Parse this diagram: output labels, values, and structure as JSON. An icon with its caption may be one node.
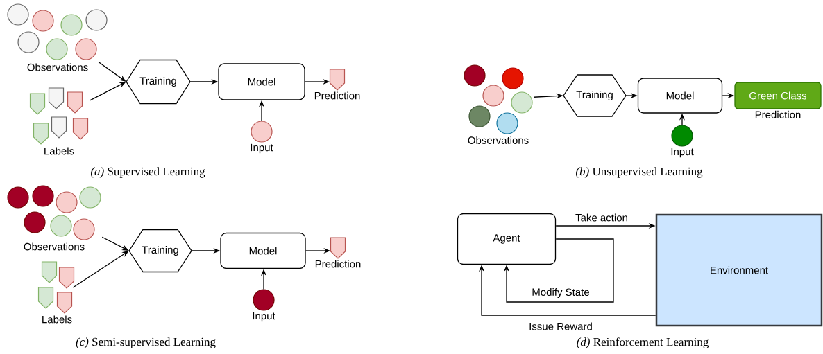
{
  "diagram": {
    "nodes": [
      {
        "text": [
          "Observations"
        ]
      },
      {
        "text": [
          "Labels"
        ]
      },
      {
        "text": [
          "Training"
        ]
      },
      {
        "text": [
          "Model"
        ]
      },
      {
        "text": [
          "Prediction"
        ]
      },
      {
        "text": [
          "Input"
        ]
      },
      {
        "text": [
          "Observations"
        ]
      },
      {
        "text": [
          "Training"
        ]
      },
      {
        "text": [
          "Model"
        ]
      },
      {
        "text": [
          "Green Class"
        ],
        "beside": [
          "Prediction"
        ]
      },
      {
        "text": [
          "Input"
        ]
      },
      {
        "text": [
          "Observations"
        ]
      },
      {
        "text": [
          "Labels"
        ]
      },
      {
        "text": [
          "Training"
        ]
      },
      {
        "text": [
          "Model"
        ]
      },
      {
        "text": [
          "Prediction"
        ]
      },
      {
        "text": [
          "Input"
        ]
      },
      {
        "text": [
          "Agent"
        ]
      },
      {
        "text": [
          "Environment"
        ]
      }
    ],
    "edges": [
      {
        "from": 0,
        "to": 2,
        "arrow": "to"
      },
      {
        "from": 1,
        "to": 2,
        "arrow": "to"
      },
      {
        "from": 2,
        "to": 3,
        "arrow": "to"
      },
      {
        "from": 3,
        "to": 4,
        "arrow": "to"
      },
      {
        "from": 5,
        "to": 3,
        "arrow": "to"
      },
      {
        "from": 6,
        "to": 7,
        "arrow": "to"
      },
      {
        "from": 7,
        "to": 8,
        "arrow": "to"
      },
      {
        "from": 8,
        "to": 9,
        "arrow": "to"
      },
      {
        "from": 10,
        "to": 8,
        "arrow": "to"
      },
      {
        "from": 11,
        "to": 13,
        "arrow": "to"
      },
      {
        "from": 12,
        "to": 13,
        "arrow": "to"
      },
      {
        "from": 13,
        "to": 14,
        "arrow": "to"
      },
      {
        "from": 14,
        "to": 15,
        "arrow": "to"
      },
      {
        "from": 16,
        "to": 14,
        "arrow": "to"
      },
      {
        "from": 17,
        "to": 18,
        "arrow": "to",
        "label": "Take action"
      },
      {
        "from": 17,
        "to": 17,
        "arrow": "to",
        "label": "Modify State"
      },
      {
        "from": 18,
        "to": 17,
        "arrow": "to",
        "label": "Issue Reward"
      }
    ],
    "labels": [
      "*(a)* Supervised Learning",
      "*(b)* Unsupervised Learning",
      "*(c)* Semi-supervised Learning",
      "*(d)* Reinforcement Learning"
    ]
  }
}
